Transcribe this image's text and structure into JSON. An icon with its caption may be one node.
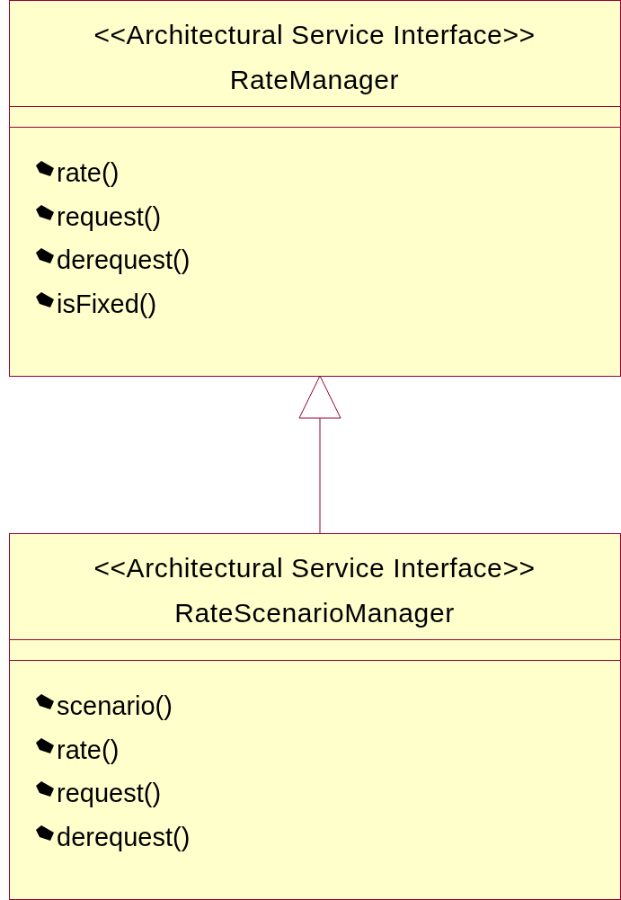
{
  "diagram": {
    "nodes": [
      {
        "text": [
          "<<Architectural Service Interface>>",
          "RateManager",
          "rate()",
          "request()",
          "derequest()",
          "isFixed()"
        ]
      },
      {
        "text": [
          "<<Architectural Service Interface>>",
          "RateScenarioManager",
          "scenario()",
          "rate()",
          "request()",
          "derequest()"
        ]
      }
    ],
    "edges": [
      {
        "from": 1,
        "to": 0,
        "arrow": "to"
      }
    ]
  }
}
